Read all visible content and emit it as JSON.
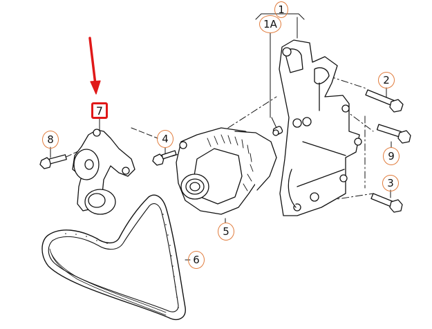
{
  "diagram": {
    "type": "exploded-parts-view",
    "subject": "Accessory drive belt, alternator and tensioner assembly",
    "accent_callout_color": "#e07a3a",
    "highlight_color": "#e01818",
    "callouts": [
      {
        "id": "1",
        "label": "1",
        "part": "accessory bracket"
      },
      {
        "id": "1A",
        "label": "1A",
        "part": "dowel sleeve"
      },
      {
        "id": "2",
        "label": "2",
        "part": "bolt"
      },
      {
        "id": "3",
        "label": "3",
        "part": "bolt"
      },
      {
        "id": "4",
        "label": "4",
        "part": "bolt"
      },
      {
        "id": "5",
        "label": "5",
        "part": "alternator"
      },
      {
        "id": "6",
        "label": "6",
        "part": "poly-V ribbed belt"
      },
      {
        "id": "7",
        "label": "7",
        "part": "belt tensioner",
        "highlighted": true
      },
      {
        "id": "8",
        "label": "8",
        "part": "bolt"
      },
      {
        "id": "9",
        "label": "9",
        "part": "bolt"
      }
    ],
    "annotation": {
      "type": "arrow",
      "color": "#e01818",
      "points_to": "7"
    }
  }
}
